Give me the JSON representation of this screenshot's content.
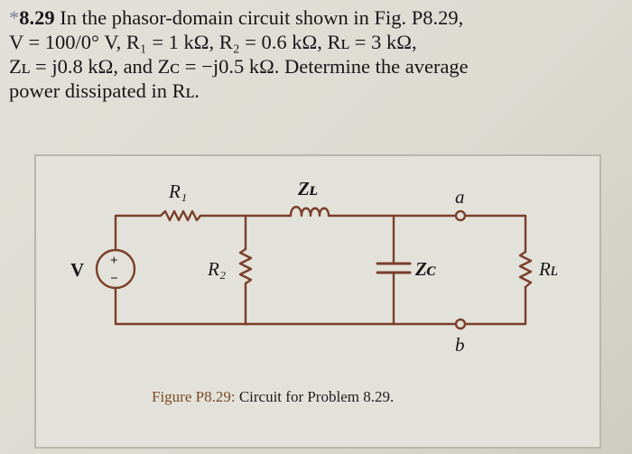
{
  "problem": {
    "star": "*",
    "number": "8.29",
    "line1_text": "In the phasor-domain circuit shown in Fig. P8.29,",
    "line2_text": "V = 100/0° V,  R₁ = 1 kΩ,  R₂ = 0.6 kΩ,  Rʟ = 3 kΩ,",
    "line3_text": "Zʟ = j0.8 kΩ, and Zᴄ = −j0.5 kΩ. Determine the average",
    "line4_text": "power dissipated in Rʟ."
  },
  "circuit": {
    "labels": {
      "r1": "R₁",
      "zl": "Zʟ",
      "a": "a",
      "v": "V",
      "plus": "+",
      "minus": "−",
      "r2": "R₂",
      "zc": "Zᴄ",
      "rl": "Rʟ",
      "b": "b"
    }
  },
  "caption": {
    "label": "Figure P8.29:",
    "text": "Circuit for Problem 8.29."
  },
  "colors": {
    "wire": "#7a3e2a",
    "text": "#17171a",
    "caption_label": "#7b4a22"
  }
}
